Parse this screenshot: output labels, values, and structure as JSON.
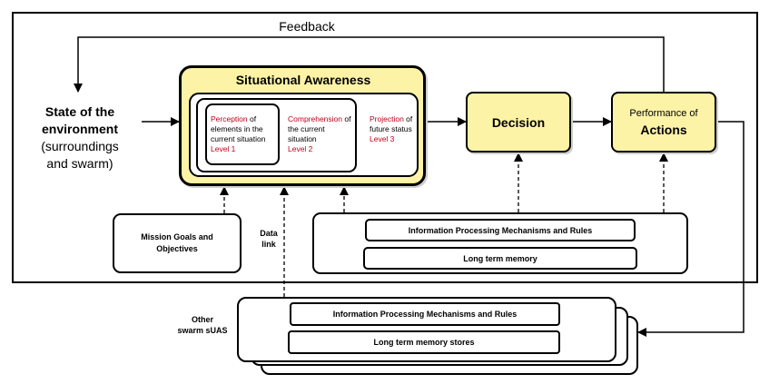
{
  "feedback_label": "Feedback",
  "state": {
    "line1": "State of the",
    "line2": "environment",
    "line3": "(surroundings",
    "line4": "and swarm)"
  },
  "situational_awareness": {
    "title": "Situational Awareness",
    "perception": {
      "term": "Perception",
      "rest": " of elements in the current situation",
      "level": "Level 1"
    },
    "comprehension": {
      "term": "Comprehension",
      "rest": " of the current situation",
      "level": "Level 2"
    },
    "projection": {
      "term": "Projection",
      "rest": " of future status",
      "level": "Level 3"
    }
  },
  "decision_label": "Decision",
  "actions": {
    "line1": "Performance of",
    "line2": "Actions"
  },
  "mission_goals": {
    "line1": "Mission Goals and",
    "line2": "Objectives"
  },
  "data_link": {
    "line1": "Data",
    "line2": "link"
  },
  "local_memory": {
    "rules": "Information Processing Mechanisms and Rules",
    "memory": "Long term memory"
  },
  "other_swarm": {
    "label_line1": "Other",
    "label_line2": "swarm sUAS",
    "rules": "Information Processing Mechanisms and Rules",
    "memory": "Long term memory stores"
  },
  "colors": {
    "yellow_fill": "#fdf3a6",
    "level_text": "#c0001a",
    "line": "#000000"
  }
}
